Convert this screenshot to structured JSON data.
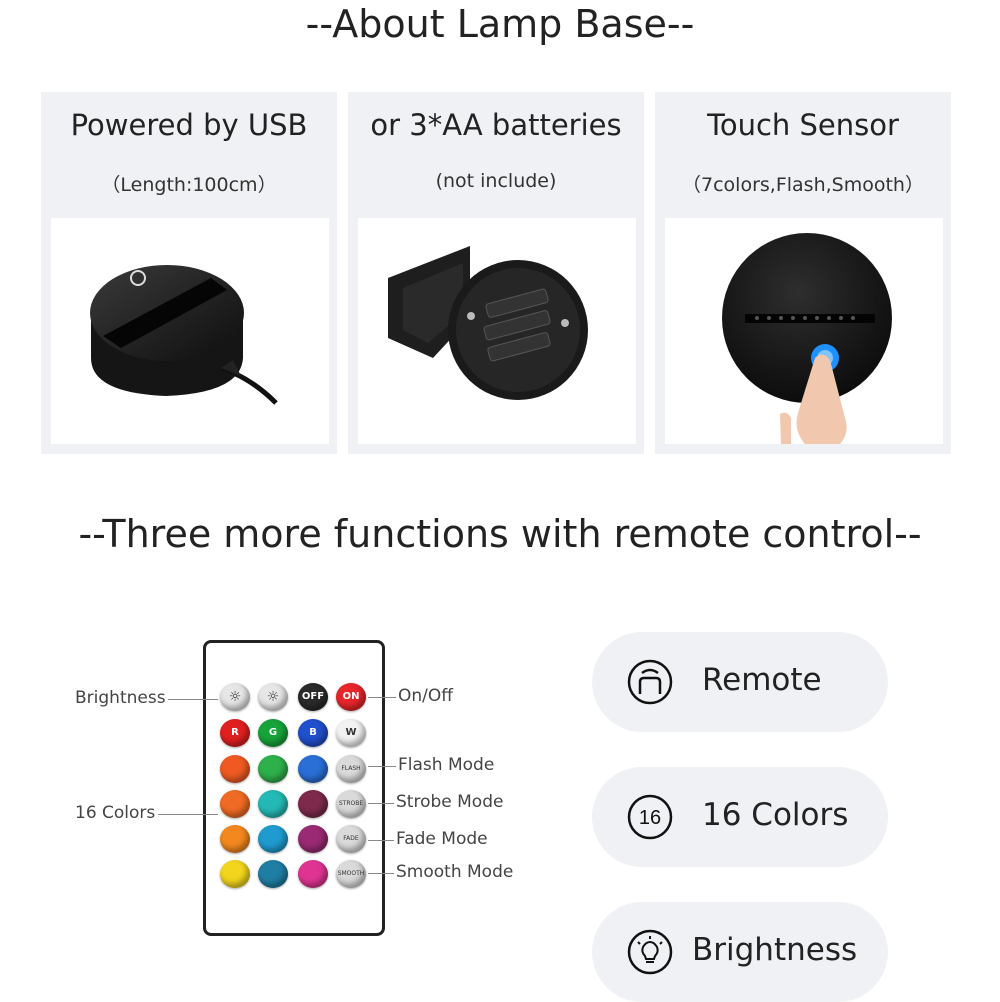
{
  "heading_top": "--About Lamp Base--",
  "heading_bottom": "--Three more functions with remote control--",
  "cards": [
    {
      "title": "Powered by USB",
      "subtitle": "（Length:100cm）"
    },
    {
      "title": "or 3*AA batteries",
      "subtitle": "(not include)"
    },
    {
      "title": "Touch Sensor",
      "subtitle": "（7colors,Flash,Smooth）"
    }
  ],
  "remote": {
    "buttons": {
      "off": "OFF",
      "on": "ON",
      "r": "R",
      "g": "G",
      "b": "B",
      "w": "W"
    },
    "modes": [
      "FLASH",
      "STROBE",
      "FADE",
      "SMOOTH"
    ],
    "callouts": {
      "brightness": "Brightness",
      "colors": "16 Colors",
      "onoff": "On/Off",
      "flash": "Flash Mode",
      "strobe": "Strobe Mode",
      "fade": "Fade Mode",
      "smooth": "Smooth Mode"
    }
  },
  "features": [
    {
      "icon": "remote-icon",
      "label": "Remote"
    },
    {
      "icon": "sixteen-icon",
      "label": "16 Colors",
      "icon_text": "16"
    },
    {
      "icon": "bulb-icon",
      "label": "Brightness"
    }
  ]
}
